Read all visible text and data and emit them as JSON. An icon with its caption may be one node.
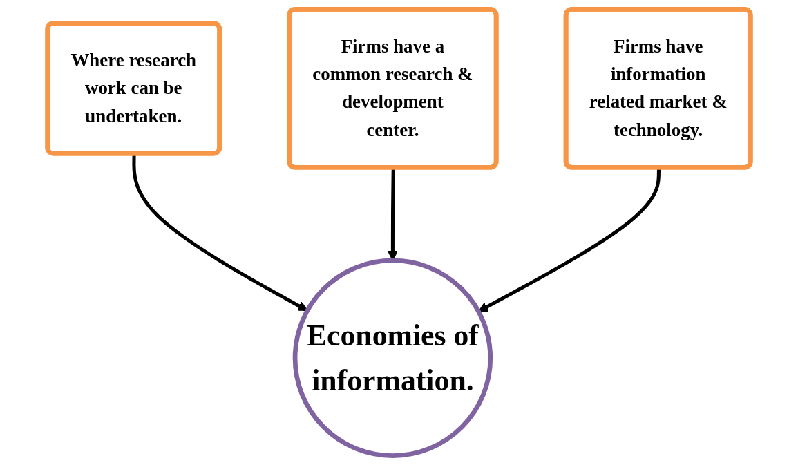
{
  "diagram": {
    "nodes": [
      {
        "text": [
          "Where research work can be undertaken."
        ]
      },
      {
        "text": [
          "Firms have a common research & development center."
        ]
      },
      {
        "text": [
          "Firms have information related market & technology."
        ]
      },
      {
        "text": [
          "Economies of information."
        ]
      }
    ],
    "edges": [
      {
        "from": 0,
        "to": 3,
        "arrow": "to"
      },
      {
        "from": 1,
        "to": 3,
        "arrow": "to"
      },
      {
        "from": 2,
        "to": 3,
        "arrow": "to"
      }
    ]
  }
}
